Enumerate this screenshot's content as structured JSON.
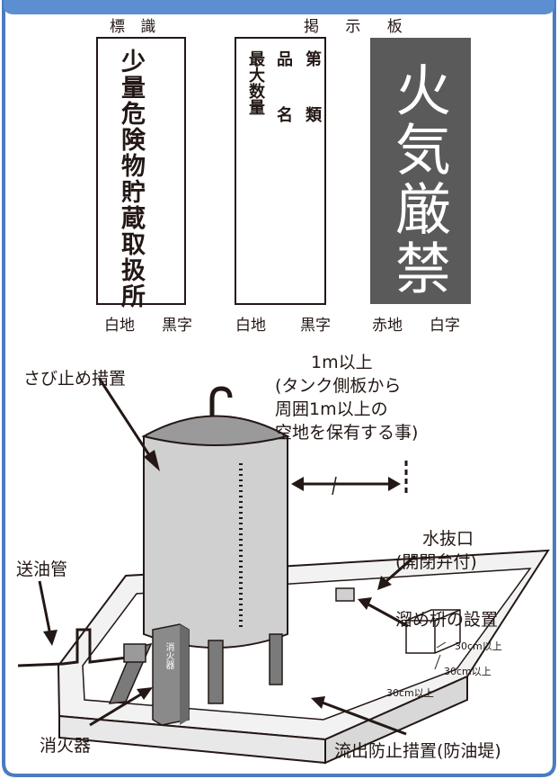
{
  "colors": {
    "frame": "#4a7cbf",
    "header": "#5b8fd0",
    "fire_sign": "#5a5a5a",
    "line": "#231815"
  },
  "signs": {
    "header_label_left": "標 識",
    "header_label_right": "掲 示 板",
    "sign1_text": "少量危険物貯蔵取扱所",
    "sign2_col1": "第類",
    "sign2_col2": "品名",
    "sign2_col3": "最大数量",
    "sign3_text": "火気厳禁",
    "caption1_bg": "白地",
    "caption1_fg": "黒字",
    "caption2_bg": "白地",
    "caption2_fg": "黒字",
    "caption3_bg": "赤地",
    "caption3_fg": "白字"
  },
  "labels": {
    "rust_prevention": "さび止め措置",
    "clearance_line1": "1m以上",
    "clearance_line2": "(タンク側板から",
    "clearance_line3": "周囲1m以上の",
    "clearance_line4": "空地を保有する事)",
    "drain_line1": "水抜口",
    "drain_line2": "(開閉弁付)",
    "oil_pipe": "送油管",
    "sump": "溜め枡の設置",
    "sump_dim1": "30cm以上",
    "sump_dim2": "30cm以上",
    "sump_dim3": "30cm以上",
    "extinguisher": "消火器",
    "extinguisher_body": "消火器",
    "dike": "流出防止措置(防油堤)"
  }
}
